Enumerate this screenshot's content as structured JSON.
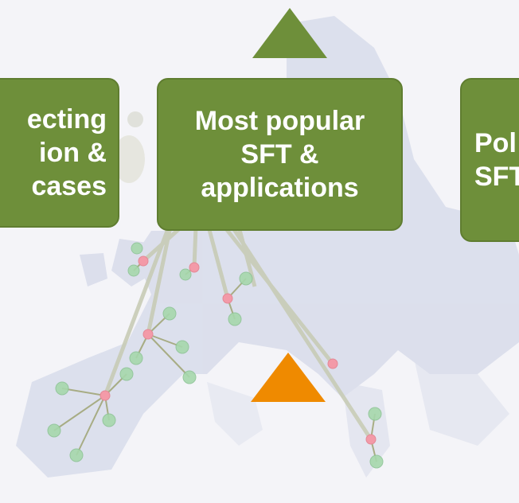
{
  "boxes": {
    "left": {
      "lines": "ecting\nion &\n cases"
    },
    "center": {
      "lines": "Most popular\nSFT &\napplications"
    },
    "right": {
      "lines": "Pol\nSFT"
    }
  },
  "colors": {
    "box_fill": "#6e8f3a",
    "top_triangle": "#6e8f3a",
    "bottom_triangle": "#ef8a00",
    "map_land": "#c5cbe0",
    "node_green": "#9ed3a4",
    "node_red": "#f09aa6",
    "connector": "#c8ccb8"
  },
  "icons": {
    "top_marker": "green-triangle-up",
    "bottom_marker": "orange-triangle-up"
  }
}
